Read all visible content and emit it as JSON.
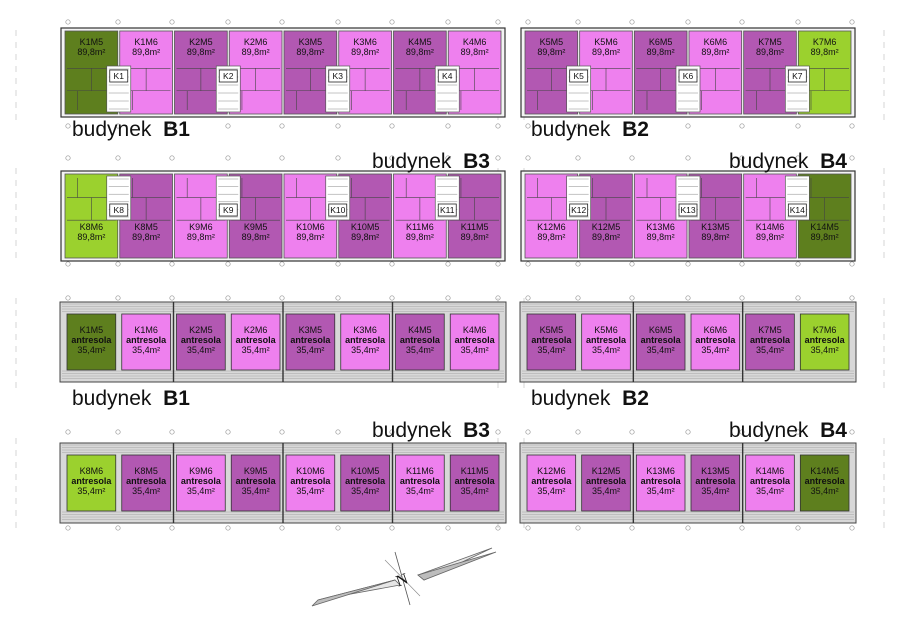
{
  "colors": {
    "magenta_light": "#ee80ee",
    "purple": "#b258b2",
    "green_light": "#9bd12e",
    "green_dark": "#5e7f1e",
    "outline": "#555555",
    "antresola_frame": "#d8d8d8"
  },
  "compass": {
    "north_label": "N"
  },
  "panels": {
    "ground_top": [
      {
        "building": "B1",
        "word": "budynek",
        "units": [
          {
            "name": "K1M5",
            "area": "89,8m²",
            "fill": "green_dark"
          },
          {
            "name": "K1M6",
            "area": "89,8m²",
            "fill": "magenta_light"
          },
          {
            "name": "K2M5",
            "area": "89,8m²",
            "fill": "purple"
          },
          {
            "name": "K2M6",
            "area": "89,8m²",
            "fill": "magenta_light"
          },
          {
            "name": "K3M5",
            "area": "89,8m²",
            "fill": "purple"
          },
          {
            "name": "K3M6",
            "area": "89,8m²",
            "fill": "magenta_light"
          },
          {
            "name": "K4M5",
            "area": "89,8m²",
            "fill": "purple"
          },
          {
            "name": "K4M6",
            "area": "89,8m²",
            "fill": "magenta_light"
          }
        ],
        "stairs": [
          "K1",
          "K2",
          "K3",
          "K4"
        ]
      },
      {
        "building": "B2",
        "word": "budynek",
        "units": [
          {
            "name": "K5M5",
            "area": "89,8m²",
            "fill": "purple"
          },
          {
            "name": "K5M6",
            "area": "89,8m²",
            "fill": "magenta_light"
          },
          {
            "name": "K6M5",
            "area": "89,8m²",
            "fill": "purple"
          },
          {
            "name": "K6M6",
            "area": "89,8m²",
            "fill": "magenta_light"
          },
          {
            "name": "K7M5",
            "area": "89,8m²",
            "fill": "purple"
          },
          {
            "name": "K7M6",
            "area": "89,8m²",
            "fill": "green_light"
          }
        ],
        "stairs": [
          "K5",
          "K6",
          "K7"
        ]
      }
    ],
    "ground_bottom": [
      {
        "building": "B3",
        "word": "budynek",
        "units": [
          {
            "name": "K8M6",
            "area": "89,8m²",
            "fill": "green_light"
          },
          {
            "name": "K8M5",
            "area": "89,8m²",
            "fill": "purple"
          },
          {
            "name": "K9M6",
            "area": "89,8m²",
            "fill": "magenta_light"
          },
          {
            "name": "K9M5",
            "area": "89,8m²",
            "fill": "purple"
          },
          {
            "name": "K10M6",
            "area": "89,8m²",
            "fill": "magenta_light"
          },
          {
            "name": "K10M5",
            "area": "89,8m²",
            "fill": "purple"
          },
          {
            "name": "K11M6",
            "area": "89,8m²",
            "fill": "magenta_light"
          },
          {
            "name": "K11M5",
            "area": "89,8m²",
            "fill": "purple"
          }
        ],
        "stairs": [
          "K8",
          "K9",
          "K10",
          "K11"
        ]
      },
      {
        "building": "B4",
        "word": "budynek",
        "units": [
          {
            "name": "K12M6",
            "area": "89,8m²",
            "fill": "magenta_light"
          },
          {
            "name": "K12M5",
            "area": "89,8m²",
            "fill": "purple"
          },
          {
            "name": "K13M6",
            "area": "89,8m²",
            "fill": "magenta_light"
          },
          {
            "name": "K13M5",
            "area": "89,8m²",
            "fill": "purple"
          },
          {
            "name": "K14M6",
            "area": "89,8m²",
            "fill": "magenta_light"
          },
          {
            "name": "K14M5",
            "area": "89,8m²",
            "fill": "green_dark"
          }
        ],
        "stairs": [
          "K12",
          "K13",
          "K14"
        ]
      }
    ],
    "antresola_top": [
      {
        "building": "B1",
        "word": "budynek",
        "units": [
          {
            "name": "K1M5",
            "level": "antresola",
            "area": "35,4m²",
            "fill": "green_dark"
          },
          {
            "name": "K1M6",
            "level": "antresola",
            "area": "35,4m²",
            "fill": "magenta_light"
          },
          {
            "name": "K2M5",
            "level": "antresola",
            "area": "35,4m²",
            "fill": "purple"
          },
          {
            "name": "K2M6",
            "level": "antresola",
            "area": "35,4m²",
            "fill": "magenta_light"
          },
          {
            "name": "K3M5",
            "level": "antresola",
            "area": "35,4m²",
            "fill": "purple"
          },
          {
            "name": "K3M6",
            "level": "antresola",
            "area": "35,4m²",
            "fill": "magenta_light"
          },
          {
            "name": "K4M5",
            "level": "antresola",
            "area": "35,4m²",
            "fill": "purple"
          },
          {
            "name": "K4M6",
            "level": "antresola",
            "area": "35,4m²",
            "fill": "magenta_light"
          }
        ]
      },
      {
        "building": "B2",
        "word": "budynek",
        "units": [
          {
            "name": "K5M5",
            "level": "antresola",
            "area": "35,4m²",
            "fill": "purple"
          },
          {
            "name": "K5M6",
            "level": "antresola",
            "area": "35,4m²",
            "fill": "magenta_light"
          },
          {
            "name": "K6M5",
            "level": "antresola",
            "area": "35,4m²",
            "fill": "purple"
          },
          {
            "name": "K6M6",
            "level": "antresola",
            "area": "35,4m²",
            "fill": "magenta_light"
          },
          {
            "name": "K7M5",
            "level": "antresola",
            "area": "35,4m²",
            "fill": "purple"
          },
          {
            "name": "K7M6",
            "level": "antresola",
            "area": "35,4m²",
            "fill": "green_light"
          }
        ]
      }
    ],
    "antresola_bottom": [
      {
        "building": "B3",
        "word": "budynek",
        "units": [
          {
            "name": "K8M6",
            "level": "antresola",
            "area": "35,4m²",
            "fill": "green_light"
          },
          {
            "name": "K8M5",
            "level": "antresola",
            "area": "35,4m²",
            "fill": "purple"
          },
          {
            "name": "K9M6",
            "level": "antresola",
            "area": "35,4m²",
            "fill": "magenta_light"
          },
          {
            "name": "K9M5",
            "level": "antresola",
            "area": "35,4m²",
            "fill": "purple"
          },
          {
            "name": "K10M6",
            "level": "antresola",
            "area": "35,4m²",
            "fill": "magenta_light"
          },
          {
            "name": "K10M5",
            "level": "antresola",
            "area": "35,4m²",
            "fill": "purple"
          },
          {
            "name": "K11M6",
            "level": "antresola",
            "area": "35,4m²",
            "fill": "magenta_light"
          },
          {
            "name": "K11M5",
            "level": "antresola",
            "area": "35,4m²",
            "fill": "purple"
          }
        ]
      },
      {
        "building": "B4",
        "word": "budynek",
        "units": [
          {
            "name": "K12M6",
            "level": "antresola",
            "area": "35,4m²",
            "fill": "magenta_light"
          },
          {
            "name": "K12M5",
            "level": "antresola",
            "area": "35,4m²",
            "fill": "purple"
          },
          {
            "name": "K13M6",
            "level": "antresola",
            "area": "35,4m²",
            "fill": "magenta_light"
          },
          {
            "name": "K13M5",
            "level": "antresola",
            "area": "35,4m²",
            "fill": "purple"
          },
          {
            "name": "K14M6",
            "level": "antresola",
            "area": "35,4m²",
            "fill": "magenta_light"
          },
          {
            "name": "K14M5",
            "level": "antresola",
            "area": "35,4m²",
            "fill": "green_dark"
          }
        ]
      }
    ]
  }
}
